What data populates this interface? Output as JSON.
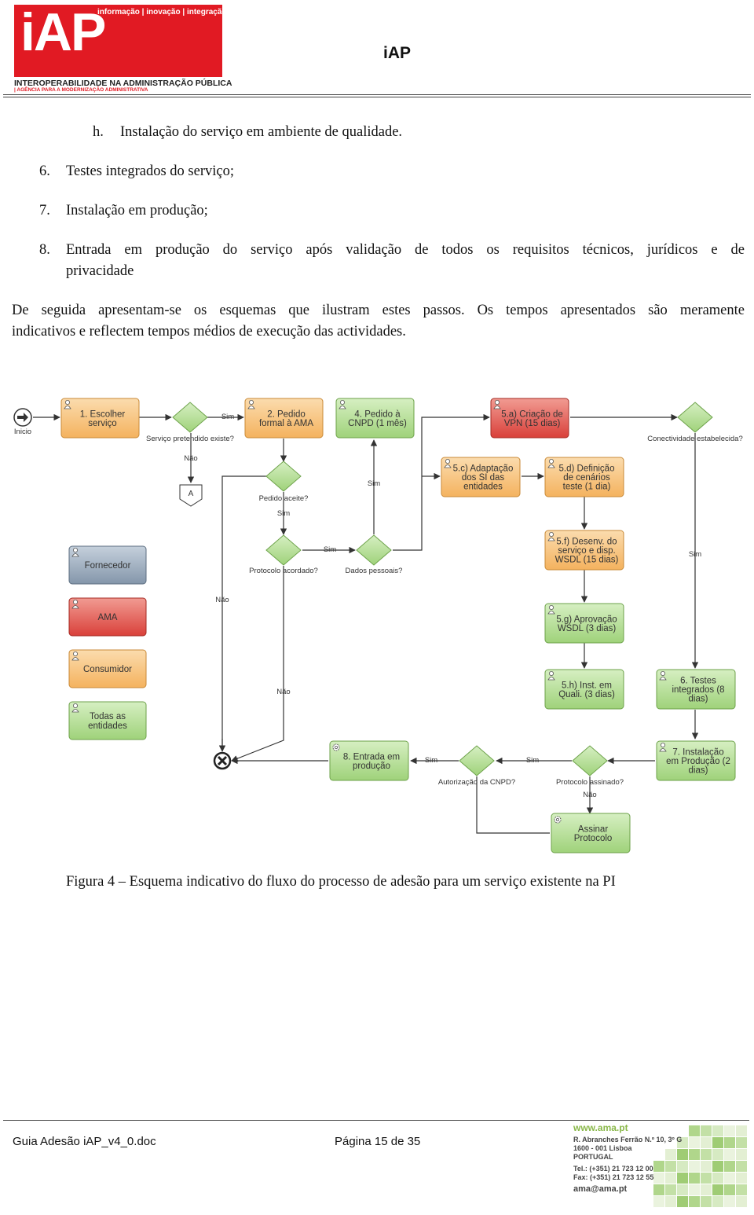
{
  "header": {
    "logo_text": "iAP",
    "logo_tagline": "informação | inovação | integração",
    "logo_subtitle": "INTEROPERABILIDADE NA ADMINISTRAÇÃO PÚBLICA",
    "logo_agency": "| AGÊNCIA PARA A MODERNIZAÇÃO ADMINISTRATIVA",
    "title": "iAP"
  },
  "list": [
    {
      "marker": "h.",
      "text": "Instalação do serviço em ambiente de qualidade."
    },
    {
      "marker": "6.",
      "text": "Testes integrados do serviço;"
    },
    {
      "marker": "7.",
      "text": "Instalação em produção;"
    },
    {
      "marker": "8.",
      "text_line1": "Entrada em produção do serviço após validação de todos os requisitos técnicos, jurídicos e de",
      "text_line2": "privacidade"
    }
  ],
  "paragraph": {
    "line1": "De seguida apresentam-se os esquemas que ilustram estes passos. Os tempos apresentados são meramente",
    "line2": "indicativos e reflectem tempos médios de execução das actividades."
  },
  "diagram": {
    "start_label": "Inicio",
    "tasks": {
      "t1": [
        "1. Escolher",
        "serviço"
      ],
      "t2": [
        "2. Pedido",
        "formal à AMA"
      ],
      "t4": [
        "4. Pedido à",
        "CNPD (1 mês)"
      ],
      "t5a": [
        "5.a) Criação de",
        "VPN (15 dias)"
      ],
      "t5c": [
        "5.c) Adaptação",
        "dos SI das",
        "entidades"
      ],
      "t5d": [
        "5.d) Definição",
        "de cenários",
        "teste (1 dia)"
      ],
      "t5f": [
        "5.f) Desenv. do",
        "serviço e disp.",
        "WSDL (15 dias)"
      ],
      "t5g": [
        "5.g) Aprovação",
        "WSDL (3 dias)"
      ],
      "t5h": [
        "5.h) Inst. em",
        "Quali. (3 dias)"
      ],
      "t6": [
        "6. Testes",
        "integrados (8",
        "dias)"
      ],
      "t7": [
        "7. Instalação",
        "em Produção (2",
        "dias)"
      ],
      "t8": [
        "8. Entrada em",
        "produção"
      ],
      "tap": [
        "Assinar",
        "Protocolo"
      ]
    },
    "gateways": {
      "g1": "Serviço pretendido existe?",
      "g2": "Pedido aceite?",
      "g3": "Protocolo acordado?",
      "g4": "Dados pessoais?",
      "g5": "Conectividade estabelecida?",
      "g6": "Autorização da CNPD?",
      "g7": "Protocolo assinado?"
    },
    "flow_labels": {
      "sim": "Sim",
      "nao": "Não",
      "offpage": "A"
    },
    "legend": [
      {
        "label": "Fornecedor",
        "color": "#8496aa"
      },
      {
        "label": "AMA",
        "color": "#d9403a"
      },
      {
        "label": "Consumidor",
        "color": "#f4b25e"
      },
      {
        "label": [
          "Todas as",
          "entidades"
        ],
        "color": "#9fd27a"
      }
    ],
    "colors": {
      "green": "#9fd27a",
      "orange": "#f4b25e",
      "red": "#d9403a",
      "gray": "#8496aa"
    }
  },
  "caption": "Figura 4 – Esquema indicativo do fluxo do processo de adesão para um serviço existente na PI",
  "footer": {
    "doc_name": "Guia Adesão iAP_v4_0.doc",
    "page": "Página 15 de 35",
    "web": "www.ama.pt",
    "address_lines": [
      "R. Abranches Ferrão N.º 10, 3º G",
      "1600 - 001 Lisboa",
      "PORTUGAL"
    ],
    "contact_lines": [
      "Tel.: (+351) 21 723 12 00",
      "Fax: (+351) 21 723 12 55"
    ],
    "email": "ama@ama.pt"
  }
}
